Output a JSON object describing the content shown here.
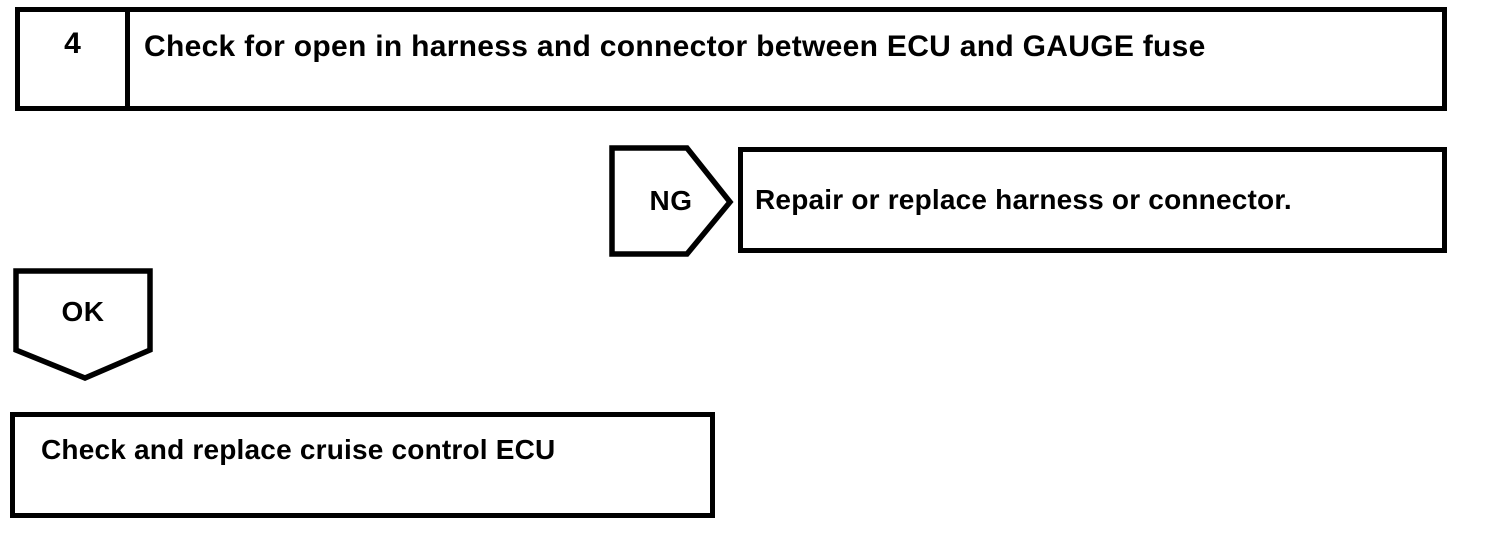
{
  "page": {
    "background_color": "#ffffff",
    "ink_color": "#000000"
  },
  "flowchart": {
    "step": {
      "number": "4",
      "instruction": "Check for open in harness and connector between ECU and GAUGE fuse"
    },
    "ng_branch": {
      "label": "NG",
      "action": "Repair or replace harness or connector."
    },
    "ok_branch": {
      "label": "OK"
    },
    "final_action": {
      "text": "Check and replace cruise control ECU"
    }
  }
}
